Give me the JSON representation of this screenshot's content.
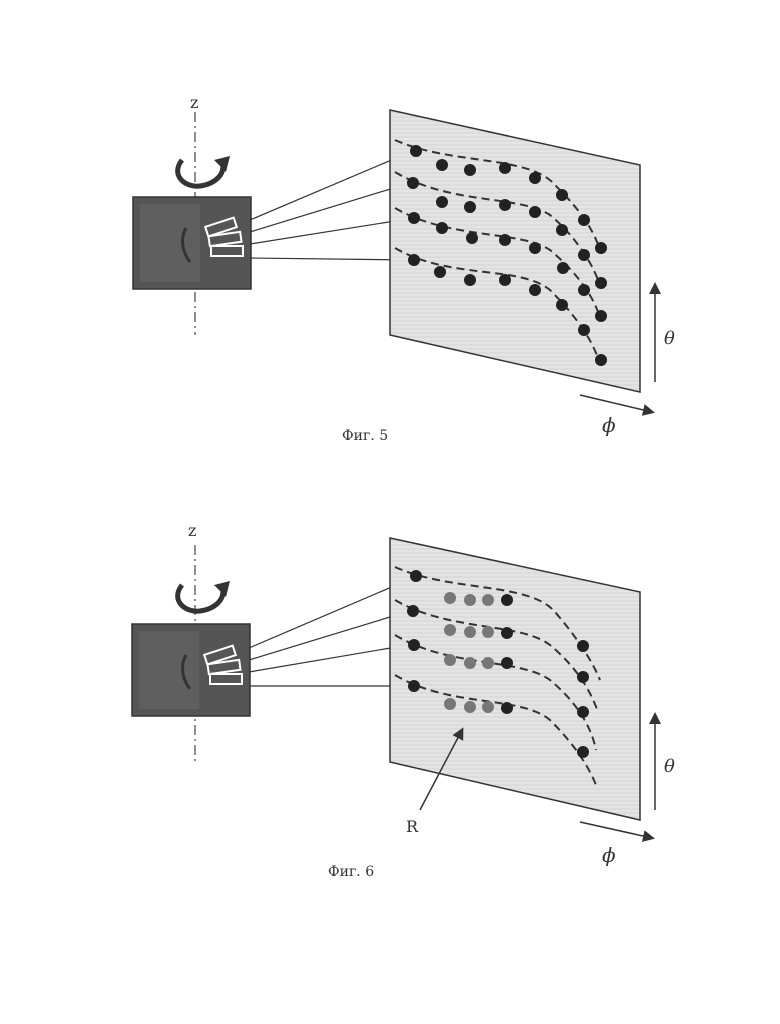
{
  "figures": [
    {
      "caption": "Фиг. 5",
      "axis_z": "z",
      "axis_theta": "θ",
      "axis_phi": "ϕ"
    },
    {
      "caption": "Фиг. 6",
      "axis_z": "z",
      "axis_theta": "θ",
      "axis_phi": "ϕ",
      "region_label": "R"
    }
  ],
  "colors": {
    "sensor_box": "#555555",
    "screen": "#e2e2e2",
    "dot": "#222222",
    "dot_region": "#777777",
    "line": "#333333"
  }
}
